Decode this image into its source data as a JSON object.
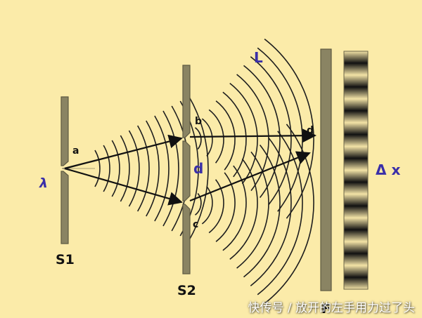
{
  "diagram": {
    "labels": {
      "lambda": "λ",
      "a": "a",
      "b": "b",
      "c": "c",
      "d_slit": "d",
      "d_screen": "d",
      "L": "L",
      "S1": "S1",
      "S2": "S2",
      "F": "F",
      "delta_x": "Δ x"
    },
    "colors": {
      "background": "#FBEBA9",
      "barrier": "#8A8463",
      "barrier_stroke": "#5E5A42",
      "wave": "#1E1E1E",
      "arrow": "#111111",
      "label_blue": "#3A2FA8",
      "fringe_dark": "#111111",
      "fringe_light": "#F3E3A6"
    }
  },
  "watermark": "快传号 / 放开的左手用力过了头"
}
